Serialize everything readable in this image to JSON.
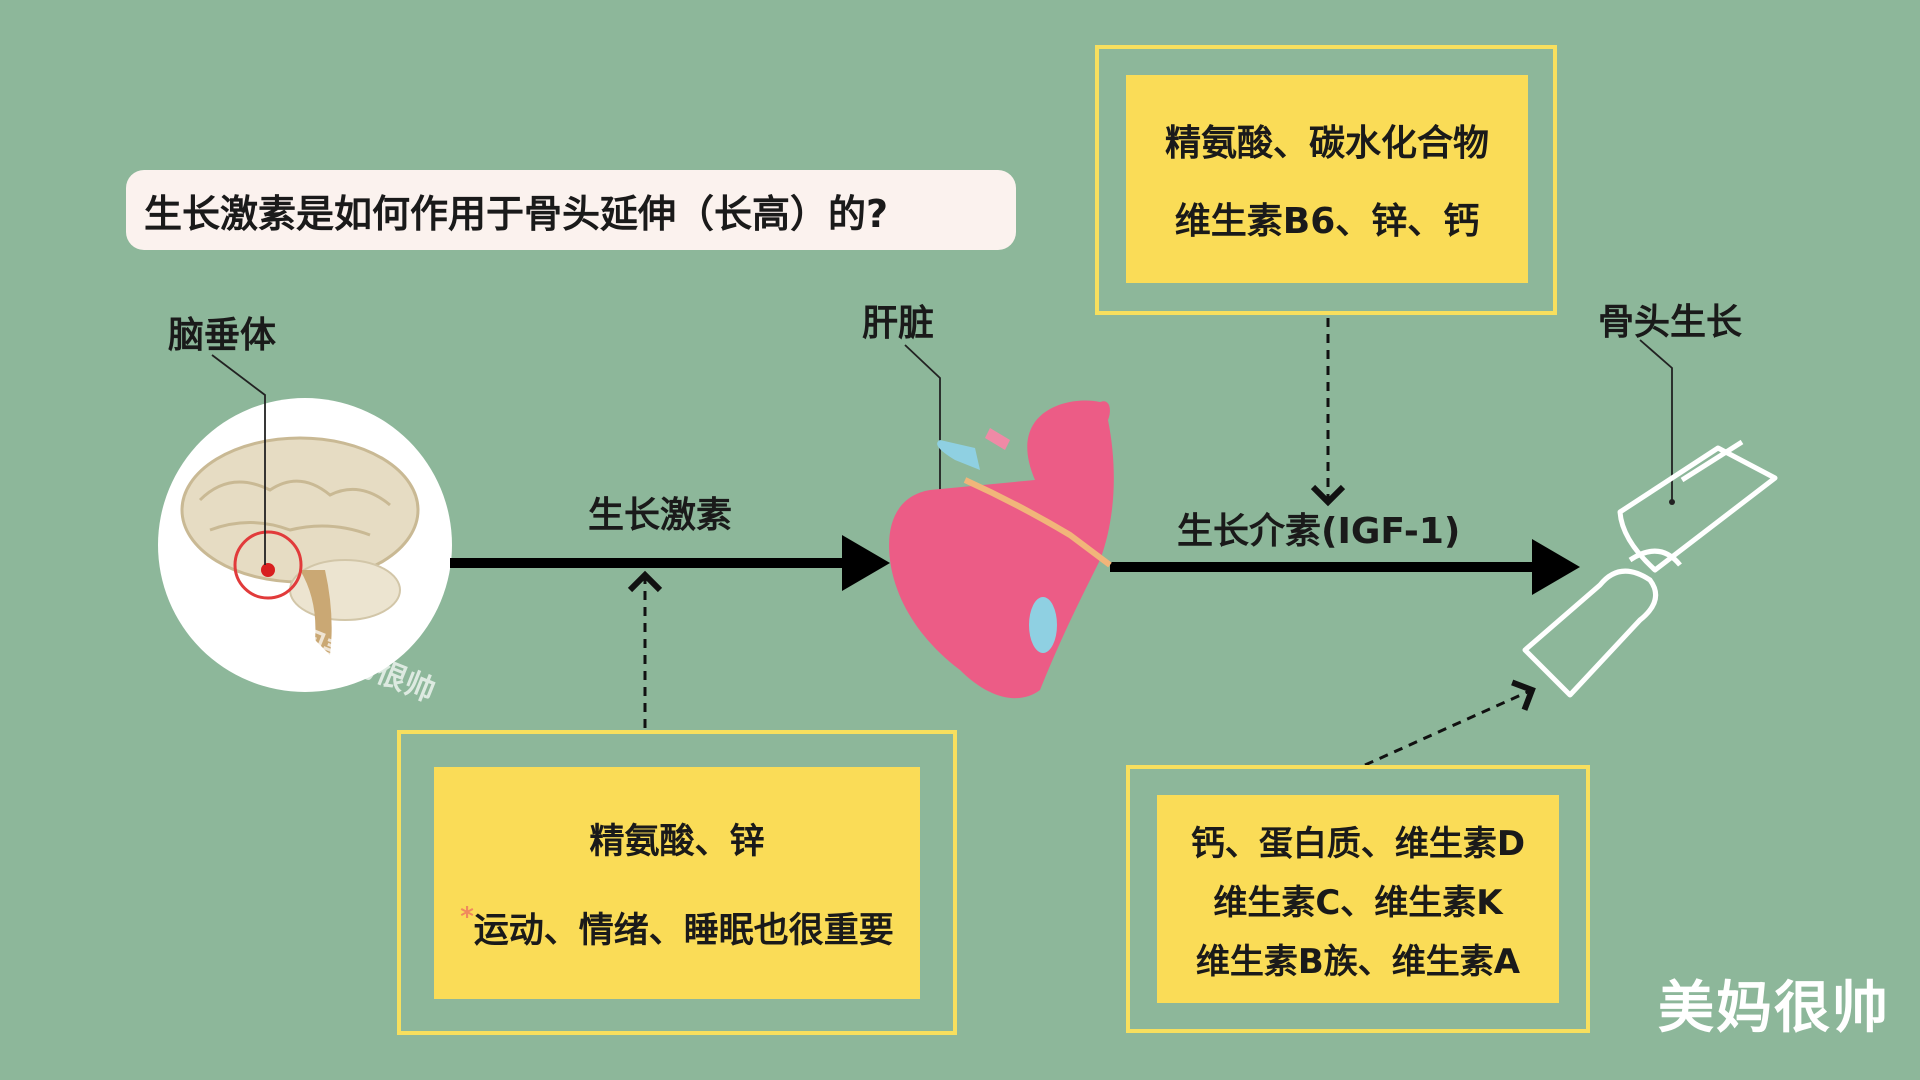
{
  "title": "生长激素是如何作用于骨头延伸（长高）的?",
  "labels": {
    "pituitary": "脑垂体",
    "liver": "肝脏",
    "bone_growth": "骨头生长",
    "growth_hormone": "生长激素",
    "igf": "生长介素(IGF-1)"
  },
  "panels": {
    "top": {
      "line1": "精氨酸、碳水化合物",
      "line2": "维生素B6、锌、钙"
    },
    "bottom_left": {
      "line1": "精氨酸、锌",
      "star": "*",
      "line2": "运动、情绪、睡眠也很重要"
    },
    "bottom_right": {
      "line1": "钙、蛋白质、维生素D",
      "line2": "维生素C、维生素K",
      "line3": "维生素B族、维生素A"
    }
  },
  "watermark": {
    "corner": "美妈很帅",
    "small": "回美妈很帅"
  },
  "colors": {
    "background": "#8db79a",
    "panel_fill": "#fadc57",
    "panel_frame": "#f7df5e",
    "liver": "#ec5c86",
    "arrow": "#000000"
  }
}
